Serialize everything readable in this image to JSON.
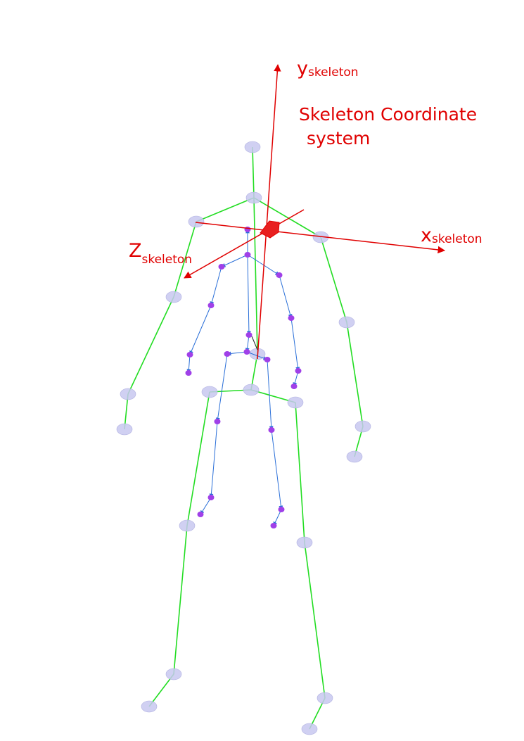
{
  "diagram": {
    "title_line1": "Skeleton Coordinate",
    "title_line2": "system",
    "axes": {
      "y": {
        "base": "y",
        "subscript": "skeleton"
      },
      "x": {
        "base": "x",
        "subscript": "skeleton"
      },
      "z": {
        "base": "Z",
        "subscript": "skeleton"
      }
    },
    "colors": {
      "axis": "#e00000",
      "bone_outer": "#22dd22",
      "joint_outer": "#c8c8f0",
      "bone_inner": "#2a6fd8",
      "joint_inner": "#a040e8"
    }
  }
}
